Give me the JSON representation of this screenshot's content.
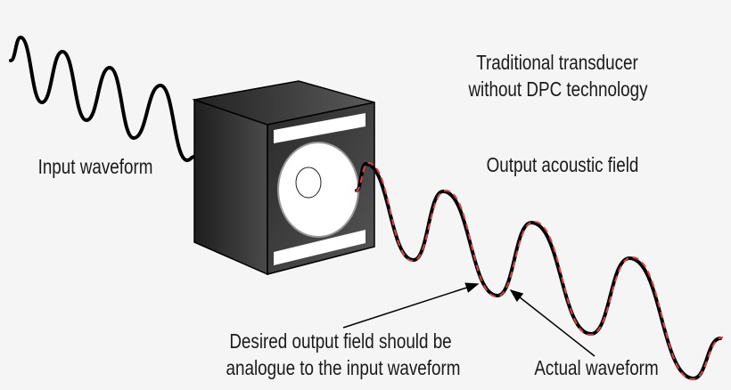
{
  "labels": {
    "title_line1": "Traditional transducer",
    "title_line2": "without DPC technology",
    "input": "Input waveform",
    "output": "Output acoustic field",
    "desired_line1": "Desired output field should be",
    "desired_line2": "analogue to the input waveform",
    "actual": "Actual waveform"
  },
  "colors": {
    "background": "#f5f5f5",
    "waveform": "#000000",
    "desired_dashed": "#e04040",
    "speaker_body": "#333333"
  }
}
